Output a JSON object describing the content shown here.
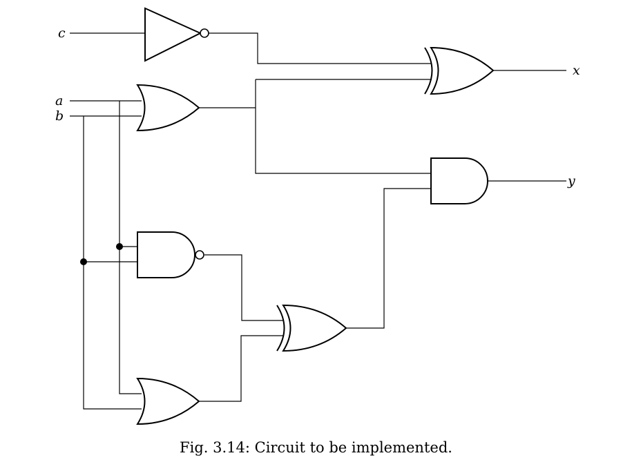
{
  "inputs": {
    "a": "a",
    "b": "b",
    "c": "c"
  },
  "outputs": {
    "x": "x",
    "y": "y"
  },
  "gates": [
    {
      "name": "not-gate",
      "type": "NOT"
    },
    {
      "name": "or-gate-ab",
      "type": "OR"
    },
    {
      "name": "xor-gate-x",
      "type": "XOR"
    },
    {
      "name": "and-gate-y",
      "type": "AND"
    },
    {
      "name": "nand-gate",
      "type": "NAND"
    },
    {
      "name": "xor-gate-mid",
      "type": "XOR"
    },
    {
      "name": "or-gate-bottom",
      "type": "OR"
    }
  ],
  "caption": "Fig. 3.14: Circuit to be implemented."
}
